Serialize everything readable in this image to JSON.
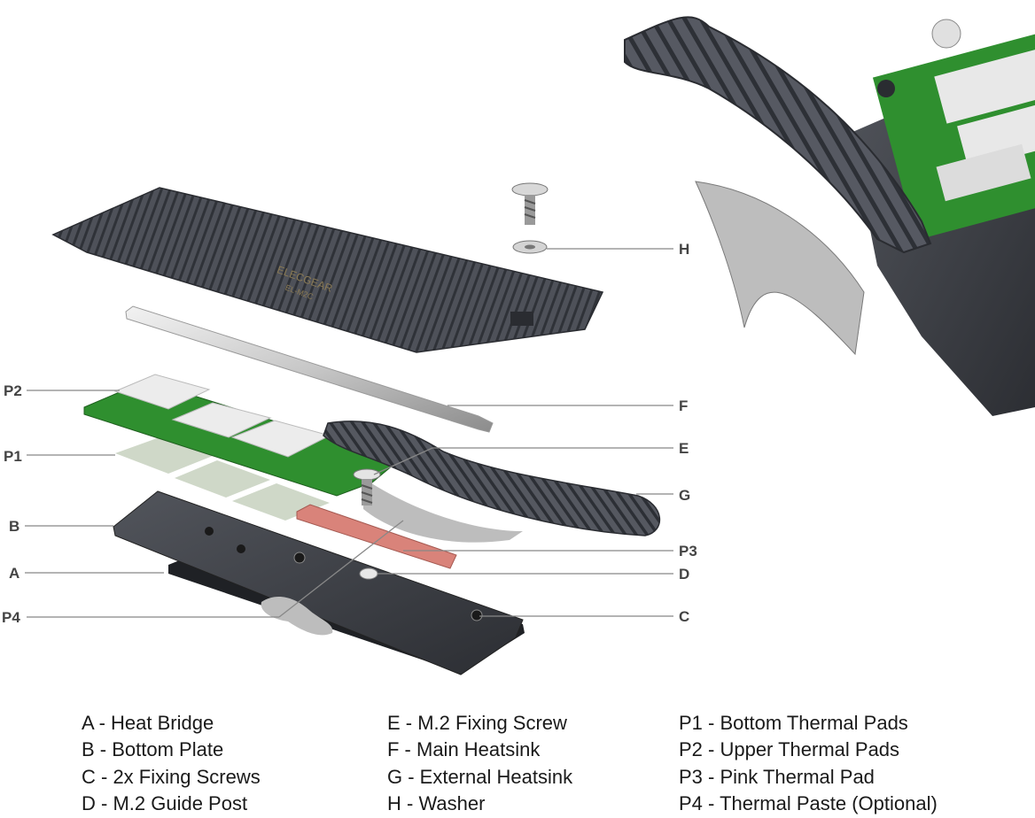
{
  "brand": {
    "logo_text": "ELECGEAR",
    "model_text": "EL-M2C"
  },
  "callouts": {
    "H": "H",
    "P2": "P2",
    "F": "F",
    "P1": "P1",
    "E": "E",
    "G": "G",
    "B": "B",
    "P3": "P3",
    "A": "A",
    "D": "D",
    "C": "C",
    "P4": "P4"
  },
  "legend": {
    "col1": [
      "A - Heat Bridge",
      "B - Bottom Plate",
      "C - 2x Fixing Screws",
      "D - M.2 Guide Post"
    ],
    "col2": [
      "E - M.2 Fixing Screw",
      "F - Main Heatsink",
      "G - External Heatsink",
      "H - Washer"
    ],
    "col3": [
      "P1 - Bottom Thermal Pads",
      "P2 - Upper Thermal Pads",
      "P3 - Pink Thermal Pad",
      "P4 - Thermal Paste (Optional)"
    ]
  },
  "colors": {
    "heatsink": "#4a4d55",
    "pcb": "#2e8b2e",
    "thermal_pad": "#e6e6e6",
    "pink_pad": "#d9837a",
    "plate": "#3a3d44",
    "heat_bridge": "#c9c9c9"
  }
}
